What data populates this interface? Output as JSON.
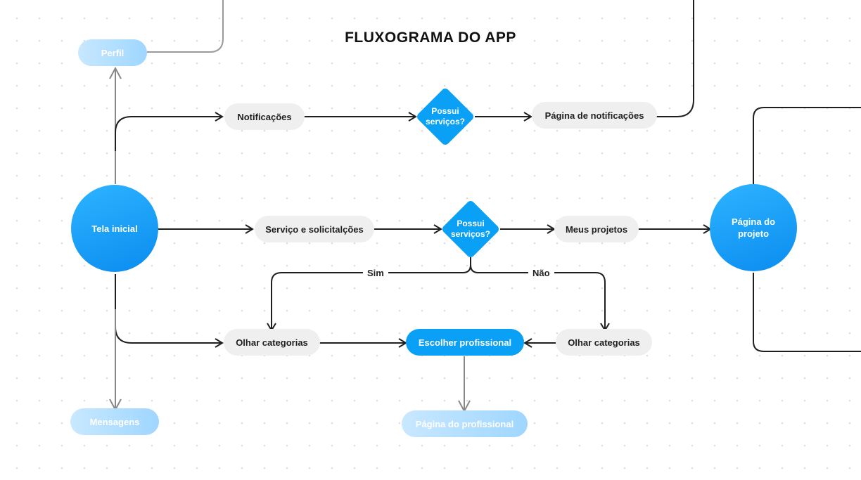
{
  "title": "FLUXOGRAMA DO APP",
  "colors": {
    "primary": "#0aa0f5",
    "line": "#1f1f1f",
    "node_gray": "#efefef"
  },
  "nodes": {
    "perfil": "Perfil",
    "notificacoes": "Notificações",
    "decision_top": "Possui serviços?",
    "pagina_notificacoes": "Página de notificações",
    "tela_inicial": "Tela inicial",
    "servico_solicitacoes": "Serviço e solicitalções",
    "decision_mid": "Possui serviços?",
    "meus_projetos": "Meus projetos",
    "pagina_projeto": "Página do projeto",
    "olhar_categorias_left": "Olhar categorias",
    "escolher_profissional": "Escolher profissional",
    "olhar_categorias_right": "Olhar categorias",
    "mensagens": "Mensagens",
    "pagina_profissional": "Página do profissional"
  },
  "edge_labels": {
    "sim": "Sim",
    "nao": "Não"
  }
}
